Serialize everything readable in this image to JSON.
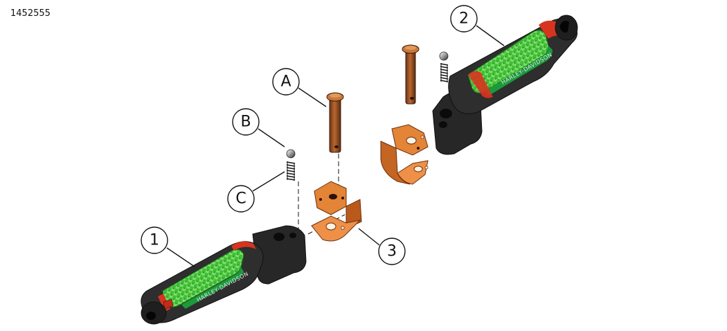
{
  "figure_id": "1452555",
  "callouts": {
    "c1": "1",
    "c2": "2",
    "c3": "3",
    "cA": "A",
    "cB": "B",
    "cC": "C"
  },
  "brand_text": "HARLEY-DAVIDSON",
  "colors": {
    "peg_body": "#2b2b2b",
    "grip_green": "#3ec43a",
    "ring_red": "#d7341f",
    "bracket_orange": "#e07b30",
    "pin_brown": "#8a4a22",
    "spring": "#222222"
  }
}
